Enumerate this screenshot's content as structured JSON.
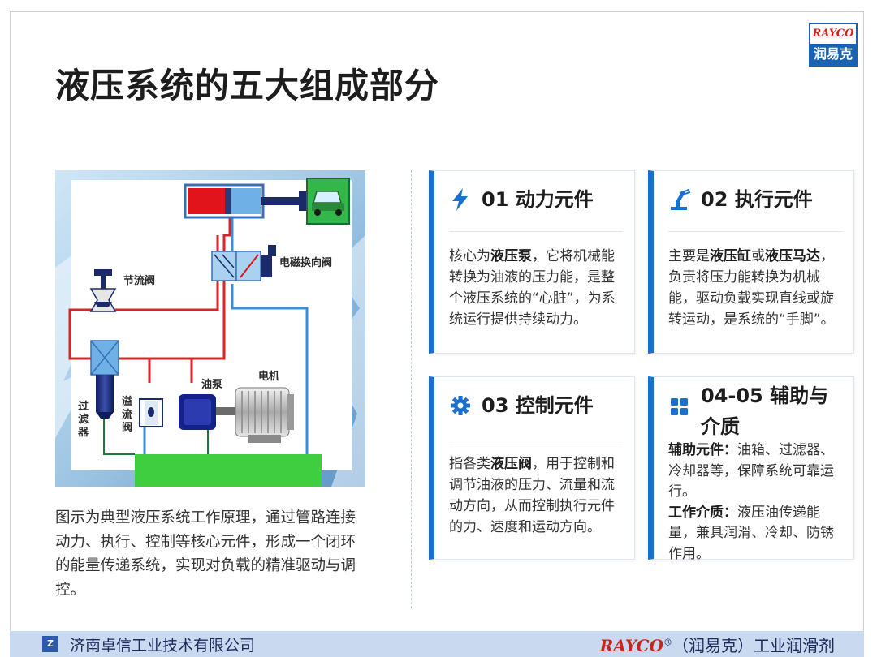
{
  "logo": {
    "brand_en": "RAYCO",
    "brand_cn": "润易克"
  },
  "page_title": "液压系统的五大组成部分",
  "diagram": {
    "labels": {
      "throttle_valve": "节流阀",
      "solenoid_valve": "电磁换向阀",
      "oil_pump": "油泵",
      "motor": "电机",
      "filter": "过滤器",
      "relief_valve": "溢流阀"
    }
  },
  "caption": "图示为典型液压系统工作原理，通过管路连接动力、执行、控制等核心元件，形成一个闭环的能量传递系统，实现对负载的精准驱动与调控。",
  "cards": [
    {
      "icon": "lightning-icon",
      "title": "01 动力元件",
      "body": [
        {
          "t": "核心为"
        },
        {
          "t": "液压泵",
          "b": true
        },
        {
          "t": "，它将机械能转换为油液的压力能，是整个液压系统的“心脏”，为系统运行提供持续动力。"
        }
      ]
    },
    {
      "icon": "robot-arm-icon",
      "title": "02 执行元件",
      "body": [
        {
          "t": "主要是"
        },
        {
          "t": "液压缸",
          "b": true
        },
        {
          "t": "或"
        },
        {
          "t": "液压马达",
          "b": true
        },
        {
          "t": "，负责将压力能转换为机械能，驱动负载实现直线或旋转运动，是系统的“手脚”。"
        }
      ]
    },
    {
      "icon": "gear-icon",
      "title": "03 控制元件",
      "body": [
        {
          "t": "指各类"
        },
        {
          "t": "液压阀",
          "b": true
        },
        {
          "t": "，用于控制和调节油液的压力、流量和流动方向，从而控制执行元件的力、速度和运动方向。"
        }
      ]
    },
    {
      "icon": "grid-icon",
      "title": "04-05 辅助与介质",
      "body": [
        {
          "t": "辅助元件：",
          "b": true
        },
        {
          "t": "油箱、过滤器、冷却器等，保障系统可靠运行。"
        },
        {
          "br": true
        },
        {
          "t": "工作介质：",
          "b": true
        },
        {
          "t": "液压油传递能量，兼具润滑、冷却、防锈作用。"
        }
      ]
    }
  ],
  "footer": {
    "company": "济南卓信工业技术有限公司",
    "brand_en": "RAYCO",
    "brand_mark": "®",
    "brand_rest": "（润易克）工业润滑剂"
  },
  "colors": {
    "accent": "#1a6fcf",
    "cylinder_red": "#e2141b",
    "pipe_red": "#d9252a",
    "pipe_blue": "#3a8fd6",
    "tank_green": "#3fce3f",
    "pump_navy": "#16208a"
  }
}
